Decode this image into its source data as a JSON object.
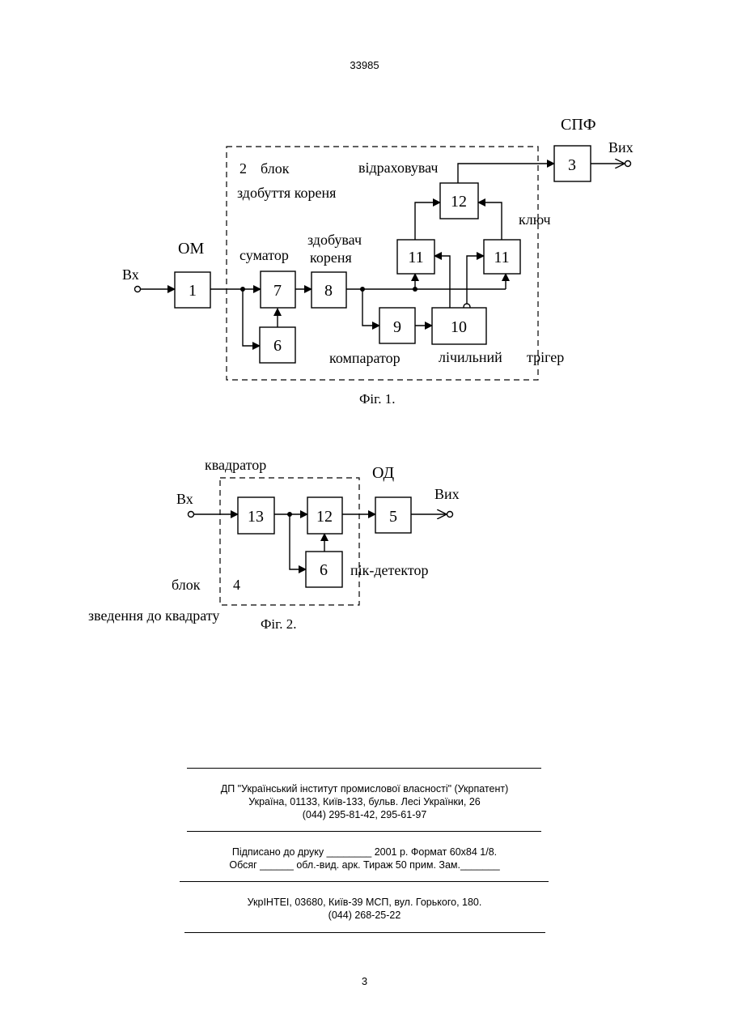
{
  "header": {
    "doc_number": "33985"
  },
  "figure1": {
    "caption": "Фіг. 1.",
    "input_label": "Вх",
    "output_label": "Вих",
    "spf_label": "СПФ",
    "om_label": "ОМ",
    "block2_num": "2",
    "block2_word": "блок",
    "block2_line2": "здобуття кореня",
    "sumator": "суматор",
    "zdobuvach_line1": "здобувач",
    "zdobuvach_line2": "кореня",
    "vidrakhovuvach": "відраховувач",
    "kliuch": "ключ",
    "komparator": "компаратор",
    "lichylnyi": "лічильний",
    "tryger": "трігер",
    "blocks": {
      "b1": "1",
      "b3": "3",
      "b6": "6",
      "b7": "7",
      "b8": "8",
      "b9": "9",
      "b10": "10",
      "b11a": "11",
      "b11b": "11",
      "b12": "12"
    }
  },
  "figure2": {
    "caption": "Фіг. 2.",
    "input_label": "Вх",
    "output_label": "Вих",
    "kvadrator": "квадратор",
    "od_label": "ОД",
    "pik_detektor": "пік-детектор",
    "blok_word": "блок",
    "block4_num": "4",
    "zvedennia": "зведення до квадрату",
    "blocks": {
      "b13": "13",
      "b12": "12",
      "b6": "6",
      "b5": "5"
    }
  },
  "footer": {
    "line1": "ДП \"Український інститут промислової власності\" (Укрпатент)",
    "line2": "Україна, 01133, Київ-133, бульв. Лесі Українки, 26",
    "line3": "(044) 295-81-42, 295-61-97",
    "line4": "Підписано до друку ________ 2001 р.    Формат 60х84 1/8.",
    "line5": "Обсяг ______ обл.-вид. арк.   Тираж 50 прим.    Зам._______",
    "line6": "УкрІНТЕІ, 03680, Київ-39 МСП, вул. Горького, 180.",
    "line7": "(044) 268-25-22",
    "page_number": "3"
  }
}
